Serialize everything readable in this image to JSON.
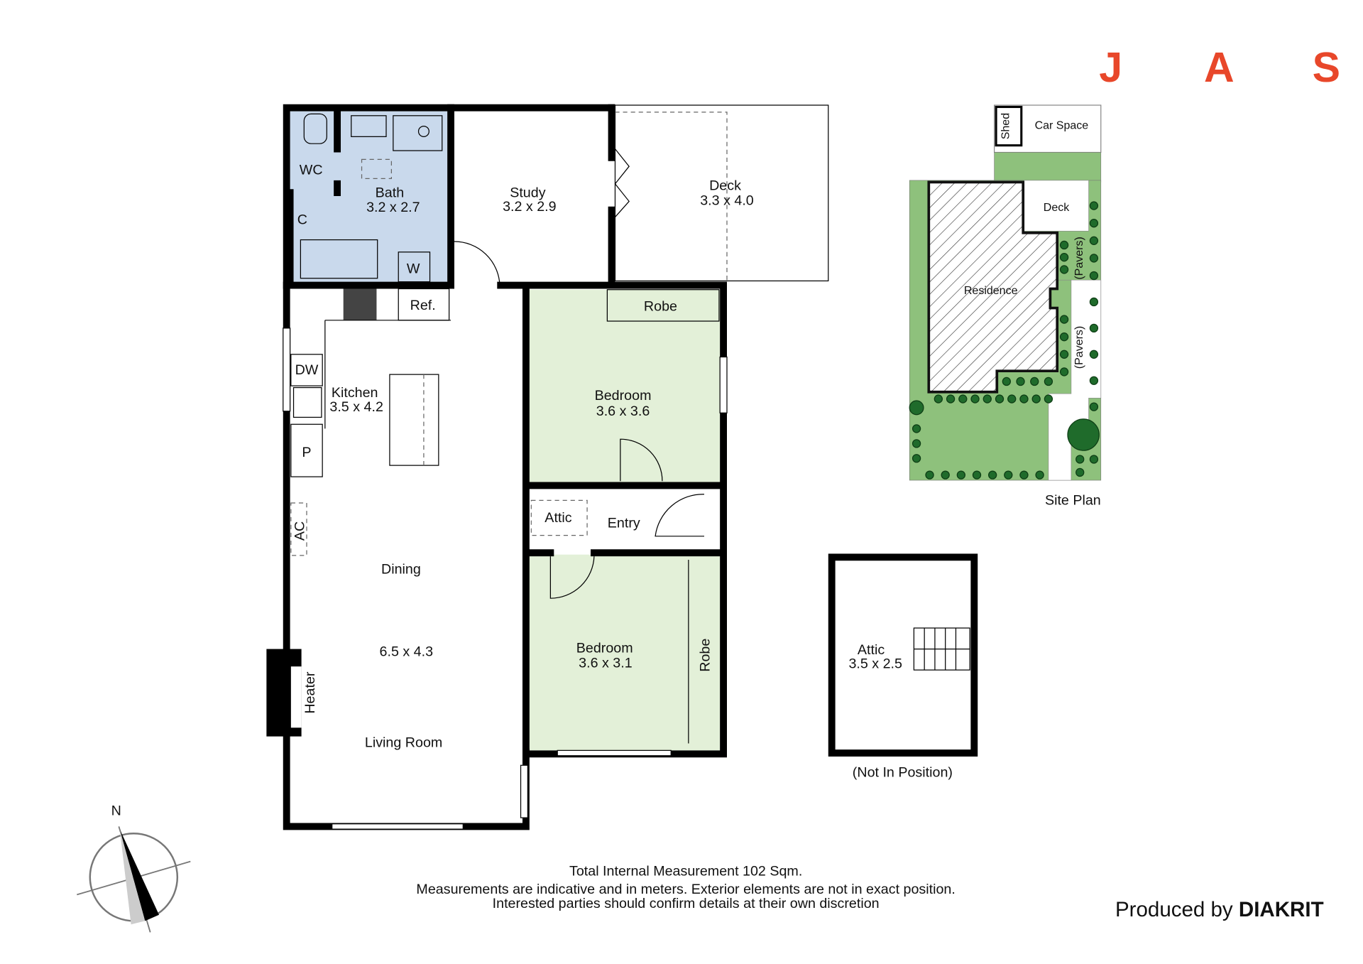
{
  "brand": {
    "letters": [
      "J",
      "A",
      "S"
    ],
    "color": "#e8472a"
  },
  "rooms": {
    "wc": "WC",
    "bath_name": "Bath",
    "bath_size": "3.2 x 2.7",
    "cupboard": "C",
    "washer": "W",
    "study_name": "Study",
    "study_size": "3.2 x 2.9",
    "deck_name": "Deck",
    "deck_size": "3.3 x 4.0",
    "ref": "Ref.",
    "robe1": "Robe",
    "dw": "DW",
    "kitchen_name": "Kitchen",
    "kitchen_size": "3.5 x 4.2",
    "pantry": "P",
    "bed1_name": "Bedroom",
    "bed1_size": "3.6 x 3.6",
    "attic_hatch": "Attic",
    "entry": "Entry",
    "ac": "AC",
    "dining": "Dining",
    "living_size": "6.5 x 4.3",
    "heater": "Heater",
    "living": "Living Room",
    "bed2_name": "Bedroom",
    "bed2_size": "3.6 x 3.1",
    "robe2": "Robe"
  },
  "attic": {
    "name": "Attic",
    "size": "3.5 x 2.5",
    "note": "(Not In Position)"
  },
  "site_plan": {
    "title": "Site Plan",
    "shed": "Shed",
    "car_space": "Car Space",
    "deck": "Deck",
    "residence": "Residence",
    "pavers1": "(Pavers)",
    "pavers2": "(Pavers)"
  },
  "compass": {
    "label": "N"
  },
  "footer": {
    "total": "Total Internal Measurement 102 Sqm.",
    "disclaimer1": "Measurements are indicative and in meters. Exterior elements are not in exact position.",
    "disclaimer2": "Interested parties should confirm details at their own discretion",
    "produced_by": "Produced by",
    "producer": "DIAKRIT"
  },
  "colors": {
    "bath": "#c9d9ec",
    "bedroom": "#e3f0d8",
    "lawn": "#8ec17c",
    "trees": "#1f6b2b"
  }
}
